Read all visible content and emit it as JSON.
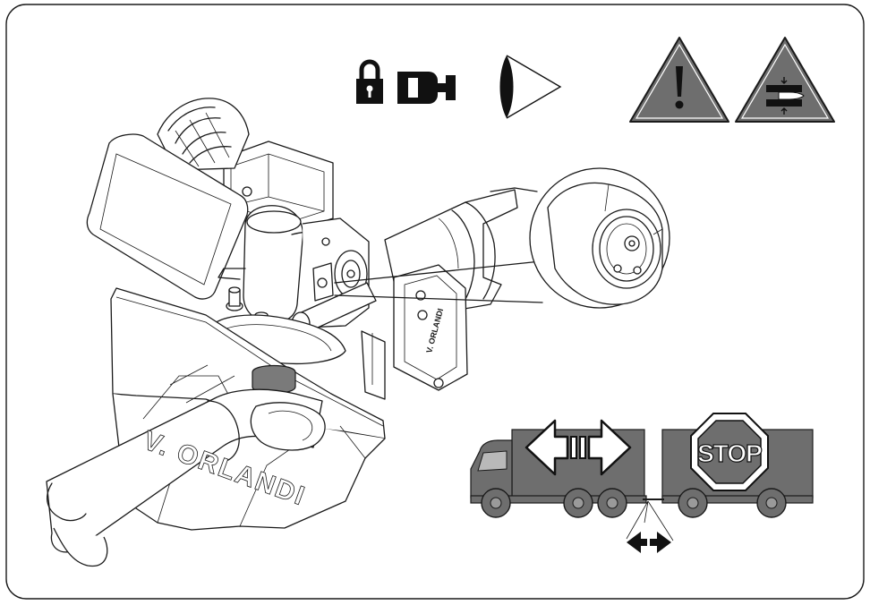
{
  "brand_marks": [
    "V. ORLANDI",
    "V. ORLANDI"
  ],
  "stop_sign_text": "STOP",
  "icons": {
    "lock": "padlock-icon",
    "coupling": "coupling-jaw-icon",
    "eye": "inspect-eye-icon",
    "warning": "general-warning-icon",
    "crush": "hand-crush-warning-icon",
    "push_pull": "bidirectional-arrow-icon",
    "slack": "coupling-slack-arrow-icon"
  },
  "colors": {
    "line": "#1a1a1a",
    "warning_fill": "#6e6e6e",
    "vehicle_body": "#6e6e6e",
    "background": "#ffffff"
  }
}
